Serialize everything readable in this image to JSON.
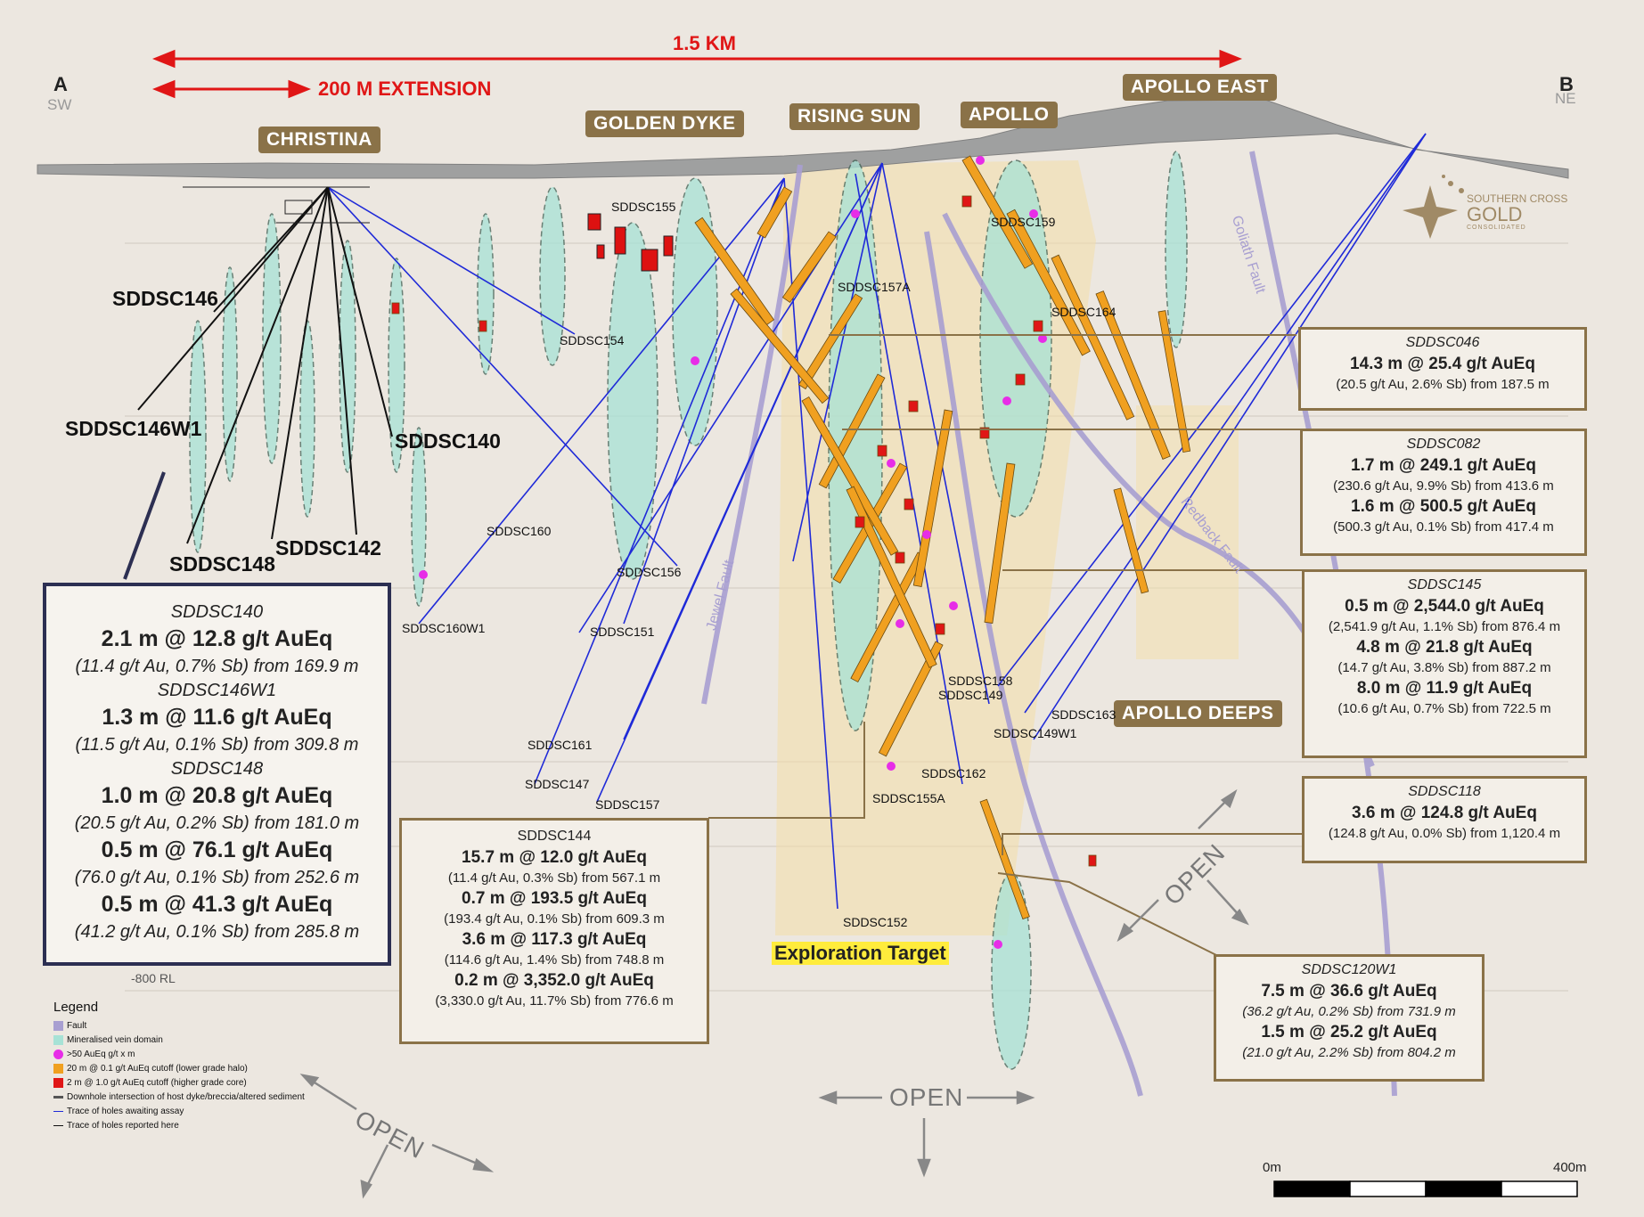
{
  "header": {
    "length_label": "1.5 KM",
    "extension_label": "200 M EXTENSION",
    "end_a": "A",
    "end_a_dir": "SW",
    "end_b": "B",
    "end_b_dir": "NE"
  },
  "zones": {
    "christina": "CHRISTINA",
    "golden_dyke": "GOLDEN DYKE",
    "rising_sun": "RISING SUN",
    "apollo": "APOLLO",
    "apollo_east": "APOLLO EAST",
    "apollo_deeps": "APOLLO DEEPS"
  },
  "logo": {
    "line1": "SOUTHERN CROSS",
    "line2": "GOLD",
    "line3": "CONSOLIDATED"
  },
  "faults": {
    "goliath": "Goliath Fault",
    "redback": "Redback Fault",
    "jewel": "Jewel Fault"
  },
  "holes": {
    "sddsc155": "SDDSC155",
    "sddsc154": "SDDSC154",
    "sddsc160": "SDDSC160",
    "sddsc160w1": "SDDSC160W1",
    "sddsc156": "SDDSC156",
    "sddsc151": "SDDSC151",
    "sddsc161": "SDDSC161",
    "sddsc147": "SDDSC147",
    "sddsc157": "SDDSC157",
    "sddsc157a": "SDDSC157A",
    "sddsc159": "SDDSC159",
    "sddsc164": "SDDSC164",
    "sddsc158": "SDDSC158",
    "sddsc149": "SDDSC149",
    "sddsc163": "SDDSC163",
    "sddsc149w1": "SDDSC149W1",
    "sddsc162": "SDDSC162",
    "sddsc155a": "SDDSC155A",
    "sddsc152": "SDDSC152"
  },
  "big_holes": {
    "sddsc146": "SDDSC146",
    "sddsc146w1": "SDDSC146W1",
    "sddsc140": "SDDSC140",
    "sddsc142": "SDDSC142",
    "sddsc148": "SDDSC148"
  },
  "rl_label": "-800 RL",
  "exploration_target": "Exploration Target",
  "open_label": "OPEN",
  "scale": {
    "start": "0m",
    "end": "400m"
  },
  "legend": {
    "title": "Legend",
    "items": [
      {
        "label": "Fault",
        "color": "#a89fd1"
      },
      {
        "label": "Mineralised vein domain",
        "color": "#a7e2d6"
      },
      {
        "label": ">50 AuEq g/t x m",
        "color": "#e72de7"
      },
      {
        "label": "20 m @ 0.1 g/t AuEq cutoff (lower grade halo)",
        "color": "#f0a020"
      },
      {
        "label": "2 m @ 1.0 g/t AuEq cutoff (higher grade core)",
        "color": "#e01616"
      },
      {
        "label": "Downhole intersection of host dyke/breccia/altered sediment",
        "color": "#555555"
      },
      {
        "label": "Trace of holes awaiting assay",
        "color": "#1f2ad8"
      },
      {
        "label": "Trace of holes reported here",
        "color": "#111111"
      }
    ]
  },
  "box140": {
    "h1": "SDDSC140",
    "r1": "2.1 m @ 12.8 g/t AuEq",
    "d1": "(11.4 g/t Au, 0.7% Sb) from 169.9 m",
    "h2": "SDDSC146W1",
    "r2": "1.3 m @ 11.6 g/t AuEq",
    "d2": "(11.5 g/t Au, 0.1% Sb) from 309.8 m",
    "h3": "SDDSC148",
    "r3": "1.0 m @ 20.8 g/t AuEq",
    "d3": "(20.5 g/t Au, 0.2% Sb) from 181.0 m",
    "r4": "0.5 m @ 76.1 g/t AuEq",
    "d4": "(76.0 g/t Au, 0.1% Sb) from 252.6 m",
    "r5": "0.5 m @ 41.3 g/t AuEq",
    "d5": "(41.2 g/t Au, 0.1% Sb) from 285.8 m"
  },
  "callouts": {
    "c144": {
      "h": "SDDSC144",
      "r1": "15.7 m @ 12.0 g/t AuEq",
      "d1": "(11.4 g/t Au, 0.3% Sb) from 567.1 m",
      "r2": "0.7 m @ 193.5 g/t AuEq",
      "d2": "(193.4 g/t Au, 0.1% Sb) from 609.3 m",
      "r3": "3.6 m @ 117.3 g/t AuEq",
      "d3": "(114.6 g/t Au, 1.4% Sb) from 748.8 m",
      "r4": "0.2 m @ 3,352.0 g/t AuEq",
      "d4": "(3,330.0 g/t Au, 11.7% Sb) from 776.6 m"
    },
    "c046": {
      "h": "SDDSC046",
      "r1": "14.3 m @ 25.4 g/t AuEq",
      "d1": "(20.5 g/t Au, 2.6% Sb) from 187.5 m"
    },
    "c082": {
      "h": "SDDSC082",
      "r1": "1.7 m @ 249.1 g/t AuEq",
      "d1": "(230.6 g/t Au, 9.9% Sb) from 413.6 m",
      "r2": "1.6 m @ 500.5 g/t AuEq",
      "d2": "(500.3 g/t Au, 0.1% Sb) from 417.4 m"
    },
    "c145": {
      "h": "SDDSC145",
      "r1": "0.5 m @ 2,544.0 g/t AuEq",
      "d1": "(2,541.9 g/t Au, 1.1% Sb) from 876.4 m",
      "r2": "4.8 m @ 21.8 g/t AuEq",
      "d2": "(14.7 g/t Au, 3.8% Sb) from 887.2 m",
      "r3": "8.0 m @ 11.9 g/t AuEq",
      "d3": "(10.6 g/t Au, 0.7% Sb) from 722.5 m"
    },
    "c118": {
      "h": "SDDSC118",
      "r1": "3.6 m @ 124.8 g/t AuEq",
      "d1": "(124.8 g/t Au, 0.0% Sb) from 1,120.4 m"
    },
    "c120w1": {
      "h": "SDDSC120W1",
      "r1": "7.5 m @ 36.6 g/t AuEq",
      "d1": "(36.2 g/t Au, 0.2% Sb) from 731.9 m",
      "r2": "1.5 m @ 25.2 g/t AuEq",
      "d2": "(21.0 g/t Au, 2.2% Sb) from 804.2 m"
    }
  }
}
